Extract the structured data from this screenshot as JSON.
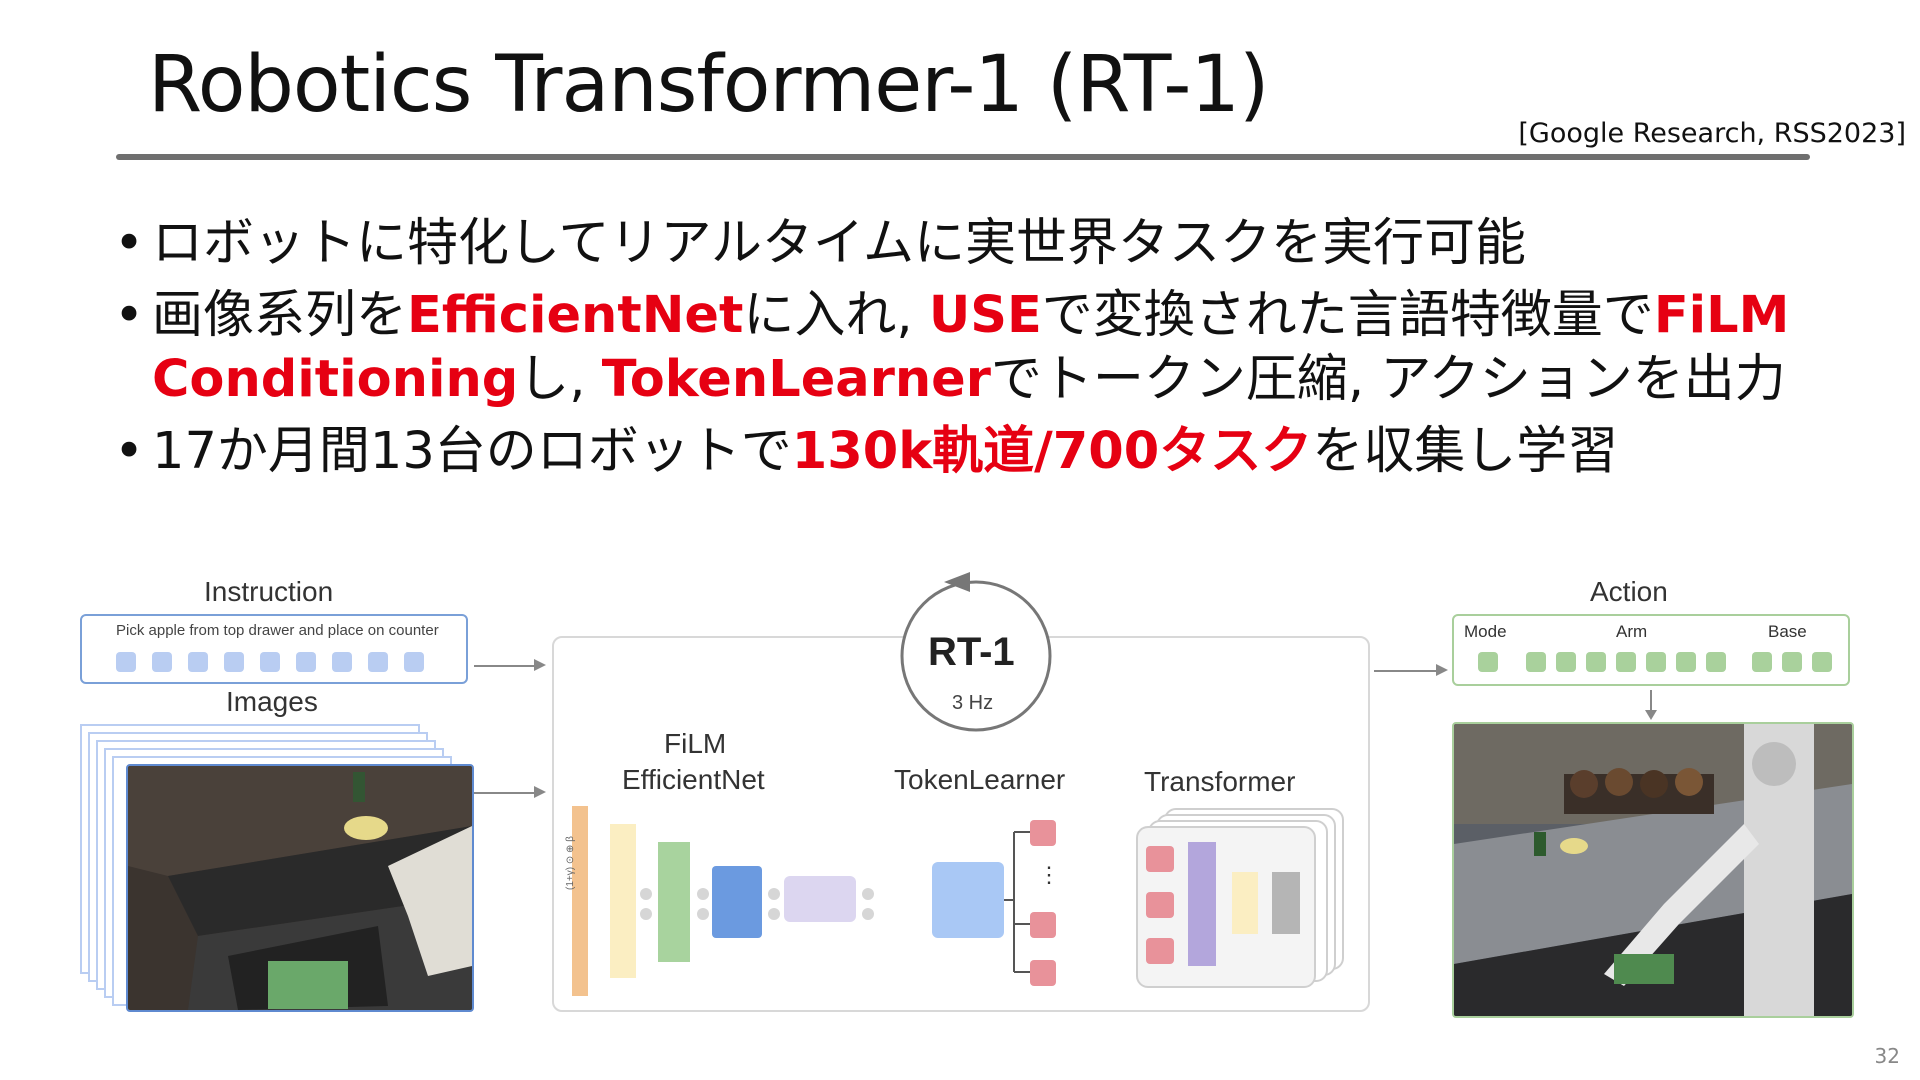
{
  "slide": {
    "title": "Robotics Transformer-1 (RT-1)",
    "citation": "[Google Research, RSS2023]",
    "page_number": "32"
  },
  "bullets": [
    {
      "parts": [
        {
          "text": "ロボットに特化してリアルタイムに実世界タスクを実行可能",
          "hl": false
        }
      ]
    },
    {
      "parts": [
        {
          "text": "画像系列を",
          "hl": false
        },
        {
          "text": "EfficientNet",
          "hl": true
        },
        {
          "text": "に入れ, ",
          "hl": false
        },
        {
          "text": "USE",
          "hl": true
        },
        {
          "text": "で変換された言語特徴量で",
          "hl": false
        },
        {
          "text": "FiLM Conditioning",
          "hl": true
        },
        {
          "text": "し, ",
          "hl": false
        },
        {
          "text": "TokenLearner",
          "hl": true
        },
        {
          "text": "でトークン圧縮, アクションを出力",
          "hl": false
        }
      ]
    },
    {
      "parts": [
        {
          "text": "17か月間13台のロボットで",
          "hl": false
        },
        {
          "text": "130k軌道/700タスク",
          "hl": true
        },
        {
          "text": "を収集し学習",
          "hl": false
        }
      ]
    }
  ],
  "figure": {
    "instruction_label": "Instruction",
    "instruction_text": "Pick apple from top drawer and place on counter",
    "images_label": "Images",
    "rt1_label": "RT-1",
    "rt1_rate": "3 Hz",
    "film_label": "FiLM",
    "efficientnet_label": "EfficientNet",
    "tokenlearner_label": "TokenLearner",
    "transformer_label": "Transformer",
    "action_label": "Action",
    "mode_label": "Mode",
    "arm_label": "Arm",
    "base_label": "Base",
    "film_formula": "(1+γ) ⊙ ⊕ β",
    "ellipsis": "⋮"
  },
  "colors": {
    "highlight": "#e60012",
    "rule": "#6f6f6f",
    "instruction_border": "#7aa0d8",
    "token_blue": "#b9cdf2",
    "token_green": "#a9d19c",
    "action_border": "#a9cf9c",
    "film_orange": "#f3c28e",
    "film_yellow": "#fbeec2",
    "film_green": "#a8d39e",
    "film_blue": "#6b9ae0",
    "film_lavender": "#dcd6f0",
    "token_learner_blue": "#a9c8f5",
    "token_red": "#e8929a",
    "transformer_red": "#e8929a",
    "transformer_purple": "#b3a6dc",
    "transformer_yellow": "#fbeec2",
    "transformer_gray": "#b5b5b5"
  }
}
